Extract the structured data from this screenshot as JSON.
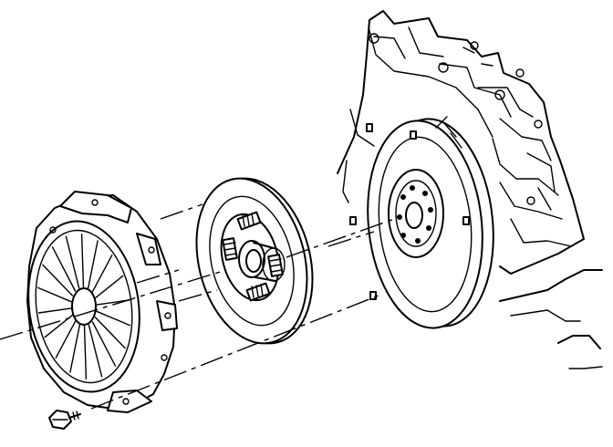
{
  "diagram": {
    "kind": "exploded-assembly-line-drawing",
    "colors": {
      "line": "#000000",
      "background": "#ffffff"
    },
    "parts": [
      {
        "name": "engine-block",
        "icon": "engine-block-outline"
      },
      {
        "name": "flywheel",
        "icon": "flywheel-disc",
        "bolt_holes": 8
      },
      {
        "name": "clutch-disc",
        "icon": "friction-disc-with-springs",
        "springs": 4
      },
      {
        "name": "pressure-plate",
        "icon": "clutch-cover-with-diaphragm",
        "fingers": 18
      },
      {
        "name": "bolt",
        "icon": "hex-bolt"
      }
    ]
  }
}
